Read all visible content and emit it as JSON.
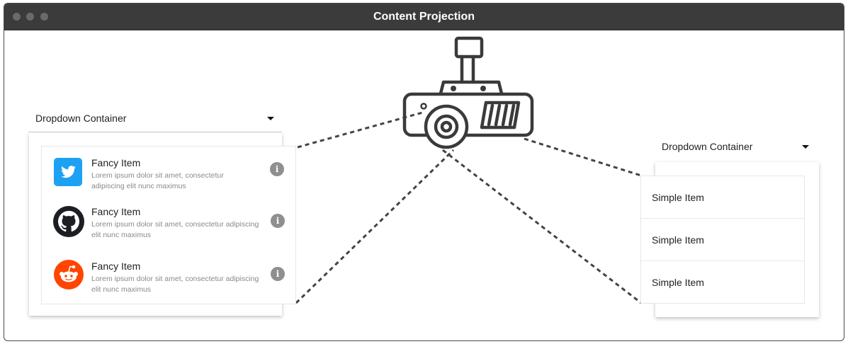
{
  "window": {
    "title": "Content Projection"
  },
  "left_dropdown": {
    "header": "Dropdown Container",
    "items": [
      {
        "icon": "twitter-icon",
        "title": "Fancy Item",
        "desc_line1": "Lorem ipsum dolor sit amet, consectetur",
        "desc_line2": "adipiscing elit nunc maximus",
        "info": "i"
      },
      {
        "icon": "github-icon",
        "title": "Fancy Item",
        "desc_line1": "Lorem ipsum dolor sit amet, consectetur adipiscing",
        "desc_line2": "elit nunc maximus",
        "info": "i"
      },
      {
        "icon": "reddit-icon",
        "title": "Fancy Item",
        "desc_line1": "Lorem ipsum dolor sit amet, consectetur adipiscing",
        "desc_line2": "elit nunc maximus",
        "info": "i"
      }
    ]
  },
  "right_dropdown": {
    "header": "Dropdown Container",
    "items": [
      {
        "label": "Simple Item"
      },
      {
        "label": "Simple Item"
      },
      {
        "label": "Simple Item"
      }
    ]
  },
  "center": {
    "icon": "projector-icon"
  },
  "colors": {
    "titlebar": "#3b3b3b",
    "twitter": "#1da1f2",
    "github": "#1b1f23",
    "reddit": "#ff4500",
    "info": "#8f8f8f"
  }
}
